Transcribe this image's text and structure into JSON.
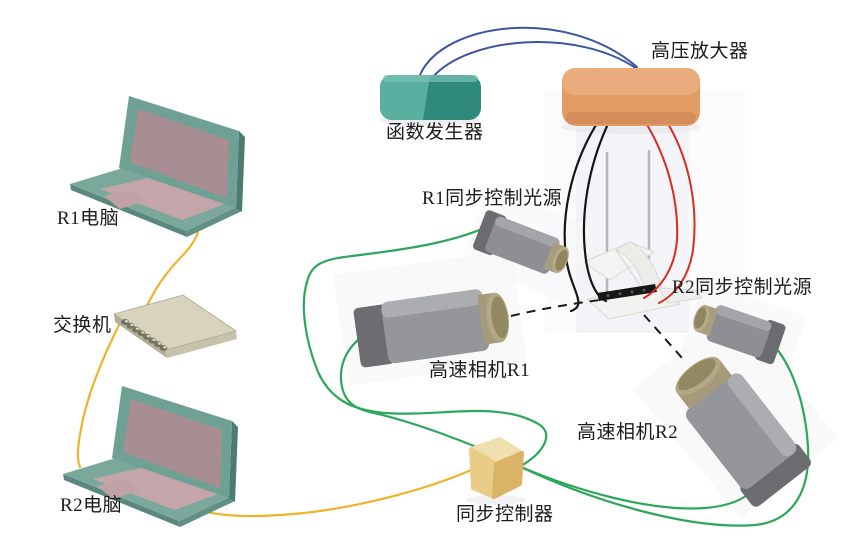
{
  "figure": {
    "type": "experimental-setup-diagram",
    "background": "#ffffff"
  },
  "labels": {
    "computer_r1": "R1电脑",
    "switch": "交换机",
    "computer_r2": "R2电脑",
    "function_generator": "函数发生器",
    "hv_amplifier": "高压放大器",
    "light_r1": "R1同步控制光源",
    "light_r2": "R2同步控制光源",
    "camera_r1": "高速相机R1",
    "camera_r2": "高速相机R2",
    "sync_controller": "同步控制器"
  },
  "colors": {
    "wire_yellow": "#eeb32b",
    "wire_green": "#2ea65c",
    "wire_blue": "#3b55a3",
    "wire_red": "#d92b22",
    "wire_black": "#161616",
    "dashed_line": "#1a1a1a",
    "laptop_teal": "#76a89a",
    "laptop_screen_mauve": "#a88e93",
    "generator_teal": "#3f9c8d",
    "amplifier_orange": "#e29c66",
    "controller_gold": "#e9cd87",
    "camera_gray": "#94969a",
    "lens_tan": "#a59a7a",
    "switch_beige": "#d7d3bd"
  },
  "connections": [
    {
      "from": "function_generator",
      "to": "hv_amplifier",
      "wire": "blue",
      "count": 2
    },
    {
      "from": "hv_amplifier",
      "to": "specimen",
      "wire": "black",
      "count": 2
    },
    {
      "from": "hv_amplifier",
      "to": "specimen",
      "wire": "red",
      "count": 2
    },
    {
      "from": "computer_r1",
      "to": "switch",
      "wire": "yellow",
      "count": 1
    },
    {
      "from": "switch",
      "to": "computer_r2",
      "wire": "yellow",
      "count": 1
    },
    {
      "from": "computer_r2",
      "to": "sync_controller",
      "wire": "yellow",
      "count": 1
    },
    {
      "from": "sync_controller",
      "to": "light_r1",
      "wire": "green",
      "count": 1
    },
    {
      "from": "sync_controller",
      "to": "camera_r1",
      "wire": "green",
      "count": 1
    },
    {
      "from": "sync_controller",
      "to": "camera_r2",
      "wire": "green",
      "count": 1
    },
    {
      "from": "sync_controller",
      "to": "light_r2",
      "wire": "green",
      "count": 1
    },
    {
      "from": "camera_r1",
      "to": "specimen",
      "wire": "dashed-sightline",
      "count": 1
    },
    {
      "from": "camera_r2",
      "to": "specimen",
      "wire": "dashed-sightline",
      "count": 1
    }
  ]
}
